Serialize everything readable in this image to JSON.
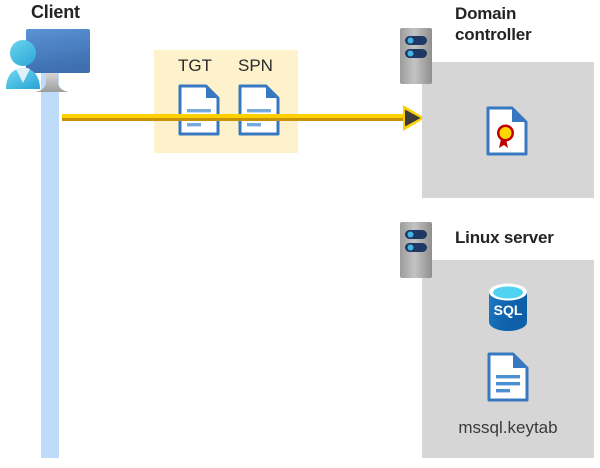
{
  "diagram": {
    "title_client": "Client",
    "title_domain_controller": "Domain\ncontroller",
    "title_linux_server": "Linux server",
    "ticket_box": {
      "labels": [
        "TGT",
        "SPN"
      ],
      "background_color": "#fdf2cc"
    },
    "flow": {
      "direction": "client-to-domain-controller",
      "line_color": "#ffd000",
      "line_core_color": "#c8930a",
      "arrow_fill": "#3b3b3b"
    },
    "domain_controller": {
      "panel_color": "#d6d6d6",
      "icons": [
        "certificate-document-icon"
      ]
    },
    "linux_server": {
      "panel_color": "#d6d6d6",
      "icons": [
        "sql-database-icon",
        "keytab-document-icon"
      ],
      "file_label": "mssql.keytab"
    },
    "client": {
      "lifeline_color": "#bedcfa",
      "icons": [
        "user-icon",
        "monitor-icon"
      ]
    },
    "colors": {
      "accent_blue": "#3878c0",
      "monitor_blue": "#4a7fc1",
      "user_cyan": "#41b6e6",
      "server_gray": "#a8a8a8",
      "server_bar_navy": "#1f3864",
      "cert_red": "#c00000",
      "cert_gold": "#ffd500",
      "sql_blue": "#0f6cbd",
      "text_dark": "#242424"
    }
  }
}
